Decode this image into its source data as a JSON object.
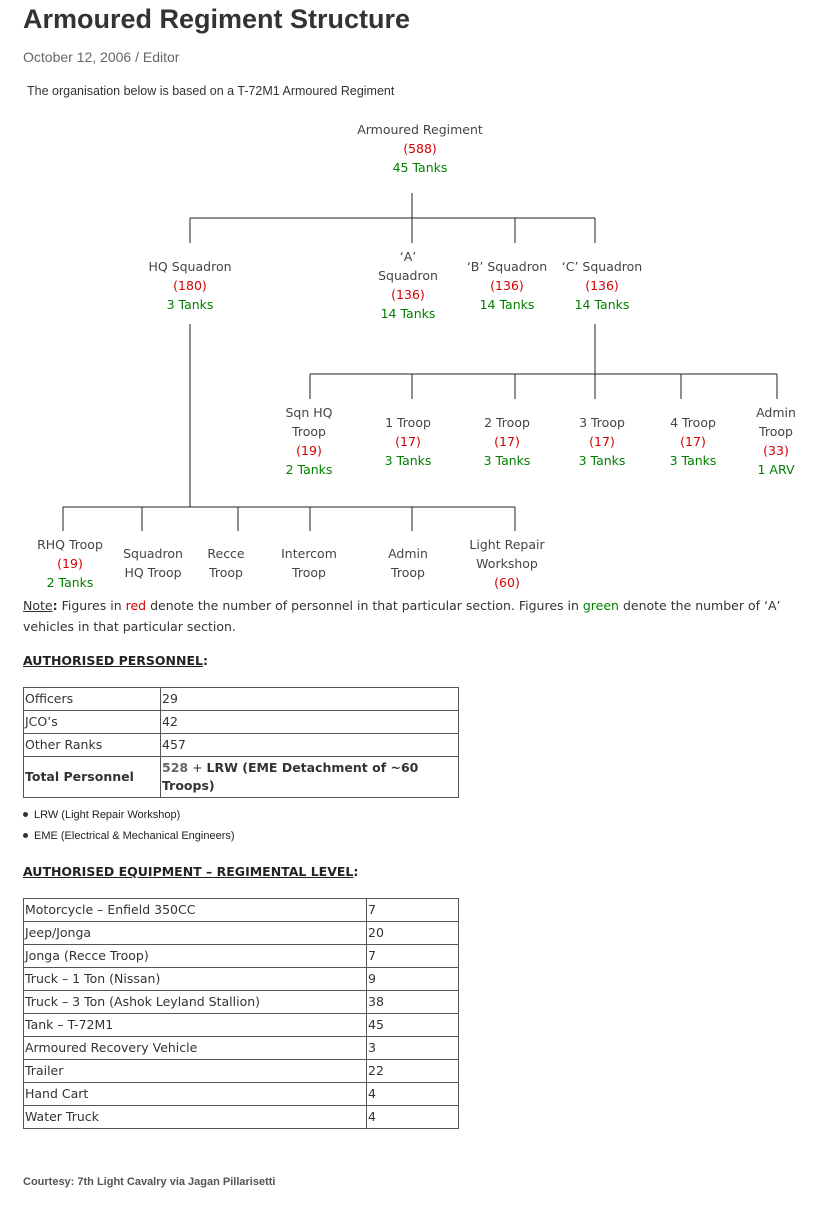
{
  "title": "Armoured Regiment Structure",
  "meta": {
    "date": "October 12, 2006",
    "separator": "/",
    "author": "Editor"
  },
  "intro": "The organisation below is based on a T-72M1 Armoured Regiment",
  "orgchart": {
    "regiment": {
      "name": "Armoured Regiment",
      "personnel": "(588)",
      "vehicles": "45 Tanks"
    },
    "hq_squadron": {
      "name": "HQ Squadron",
      "personnel": "(180)",
      "vehicles": "3 Tanks"
    },
    "a_squadron": {
      "name1": "‘A’",
      "name2": "Squadron",
      "personnel": "(136)",
      "vehicles": "14 Tanks"
    },
    "b_squadron": {
      "name": "‘B’ Squadron",
      "personnel": "(136)",
      "vehicles": "14 Tanks"
    },
    "c_squadron": {
      "name": "‘C’ Squadron",
      "personnel": "(136)",
      "vehicles": "14 Tanks"
    },
    "sqn_hq_troop": {
      "name1": "Sqn HQ",
      "name2": "Troop",
      "personnel": "(19)",
      "vehicles": "2 Tanks"
    },
    "troop1": {
      "name": "1 Troop",
      "personnel": "(17)",
      "vehicles": "3 Tanks"
    },
    "troop2": {
      "name": "2 Troop",
      "personnel": "(17)",
      "vehicles": "3 Tanks"
    },
    "troop3": {
      "name": "3 Troop",
      "personnel": "(17)",
      "vehicles": "3 Tanks"
    },
    "troop4": {
      "name": "4 Troop",
      "personnel": "(17)",
      "vehicles": "3 Tanks"
    },
    "admin_troop_c": {
      "name1": "Admin",
      "name2": "Troop",
      "personnel": "(33)",
      "vehicles": "1 ARV"
    },
    "rhq_troop": {
      "name": "RHQ Troop",
      "personnel": "(19)",
      "vehicles": "2 Tanks"
    },
    "squadron_hq_troop": {
      "name1": "Squadron",
      "name2": "HQ Troop"
    },
    "recce_troop": {
      "name1": "Recce",
      "name2": "Troop"
    },
    "intercom_troop": {
      "name1": "Intercom",
      "name2": "Troop"
    },
    "admin_troop_hq": {
      "name1": "Admin",
      "name2": "Troop"
    },
    "lrw": {
      "name1": "Light Repair",
      "name2": "Workshop",
      "personnel": "(60)"
    }
  },
  "note": {
    "label": "Note",
    "colon": ":",
    "t1": " Figures in ",
    "red_word": "red",
    "t2": " denote the number of personnel in that particular section. Figures in ",
    "green_word": "green",
    "t3": " denote the number of ‘A’ vehicles in that particular section."
  },
  "personnel": {
    "heading": "AUTHORISED PERSONNEL",
    "colon": ":",
    "rows": [
      {
        "label": "Officers",
        "value": "29"
      },
      {
        "label": "JCO’s",
        "value": "42"
      },
      {
        "label": "Other Ranks",
        "value": "457"
      }
    ],
    "total_label": "Total Personnel",
    "total_num": "528",
    "total_plus": " + ",
    "total_rest": "LRW (EME Detachment of ~60 Troops)",
    "bullets": [
      "LRW (Light Repair Workshop)",
      "EME (Electrical & Mechanical Engineers)"
    ]
  },
  "equipment": {
    "heading": "AUTHORISED EQUIPMENT – REGIMENTAL LEVEL",
    "colon": ":",
    "rows": [
      {
        "label": "Motorcycle – Enfield 350CC",
        "value": "7"
      },
      {
        "label": "Jeep/Jonga",
        "value": "20"
      },
      {
        "label": "Jonga (Recce Troop)",
        "value": "7"
      },
      {
        "label": "Truck – 1 Ton (Nissan)",
        "value": "9"
      },
      {
        "label": "Truck – 3 Ton (Ashok Leyland Stallion)",
        "value": "38"
      },
      {
        "label": "Tank – T-72M1",
        "value": "45"
      },
      {
        "label": "Armoured Recovery Vehicle",
        "value": "3"
      },
      {
        "label": "Trailer",
        "value": "22"
      },
      {
        "label": "Hand Cart",
        "value": "4"
      },
      {
        "label": "Water Truck",
        "value": "4"
      }
    ]
  },
  "courtesy": "Courtesy: 7th Light Cavalry via Jagan Pillarisetti"
}
